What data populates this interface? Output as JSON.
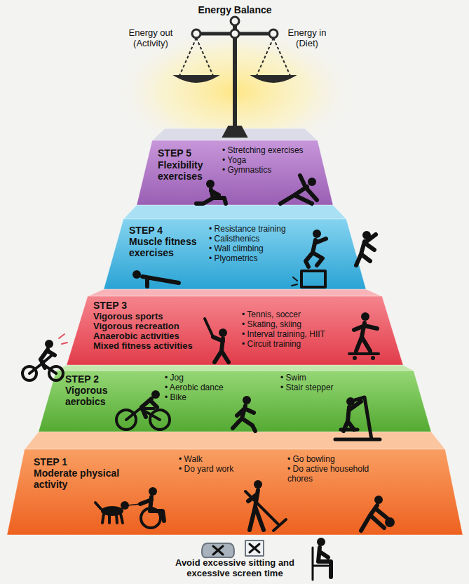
{
  "diagram": {
    "title": "Energy Balance",
    "nodes": [
      {
        "text": [
          "STEP 5",
          "Flexibility exercises",
          "• Stretching exercises",
          "• Yoga",
          "• Gymnastics"
        ]
      },
      {
        "text": [
          "STEP 4",
          "Muscle fitness exercises",
          "• Resistance training",
          "• Calisthenics",
          "• Wall climbing",
          "• Plyometrics"
        ]
      },
      {
        "text": [
          "STEP 3",
          "Vigorous sports",
          "Vigorous recreation",
          "Anaerobic activities",
          "Mixed fitness activities",
          "• Tennis, soccer",
          "• Skating, skiing",
          "• Interval training, HIIT",
          "• Circuit training"
        ]
      },
      {
        "text": [
          "STEP 2",
          "Vigorous aerobics",
          "• Jog",
          "• Aerobic dance",
          "• Bike",
          "• Swim",
          "• Stair stepper"
        ]
      },
      {
        "text": [
          "STEP 1",
          "Moderate physical activity",
          "• Walk",
          "• Do yard work",
          "• Go bowling",
          "• Do active household chores"
        ]
      }
    ],
    "labels": [
      "Energy out (Activity)",
      "Energy in (Diet)",
      "Avoid excessive sitting and excessive screen time"
    ]
  }
}
